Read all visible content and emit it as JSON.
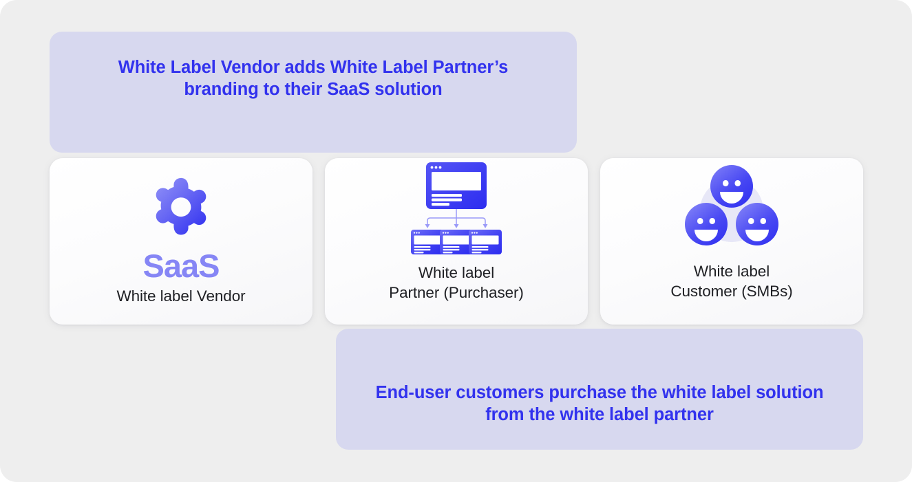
{
  "diagram": {
    "title": "White label SaaS relationship diagram",
    "colors": {
      "page_background": "#eeeeee",
      "banner_background": "#d7d8ef",
      "banner_text": "#3232ee",
      "card_background": "#ffffff",
      "icon_gradient_start": "#8b8bf5",
      "icon_gradient_end": "#3434f0",
      "saas_text": "#8686f5",
      "card_label_text": "#1f2024"
    }
  },
  "banners": {
    "top": {
      "text": "White Label Vendor adds White Label Partner’s\nbranding to their SaaS solution"
    },
    "bottom": {
      "text": "End-user customers purchase the white label solution\nfrom the white label partner"
    }
  },
  "cards": [
    {
      "id": "vendor",
      "icon": "gear-icon",
      "wordmark": "SaaS",
      "label": "White label Vendor"
    },
    {
      "id": "partner",
      "icon": "site-hierarchy-icon",
      "label": "White label\nPartner (Purchaser)"
    },
    {
      "id": "customer",
      "icon": "three-smiley-faces-icon",
      "label": "White label\nCustomer (SMBs)"
    }
  ]
}
